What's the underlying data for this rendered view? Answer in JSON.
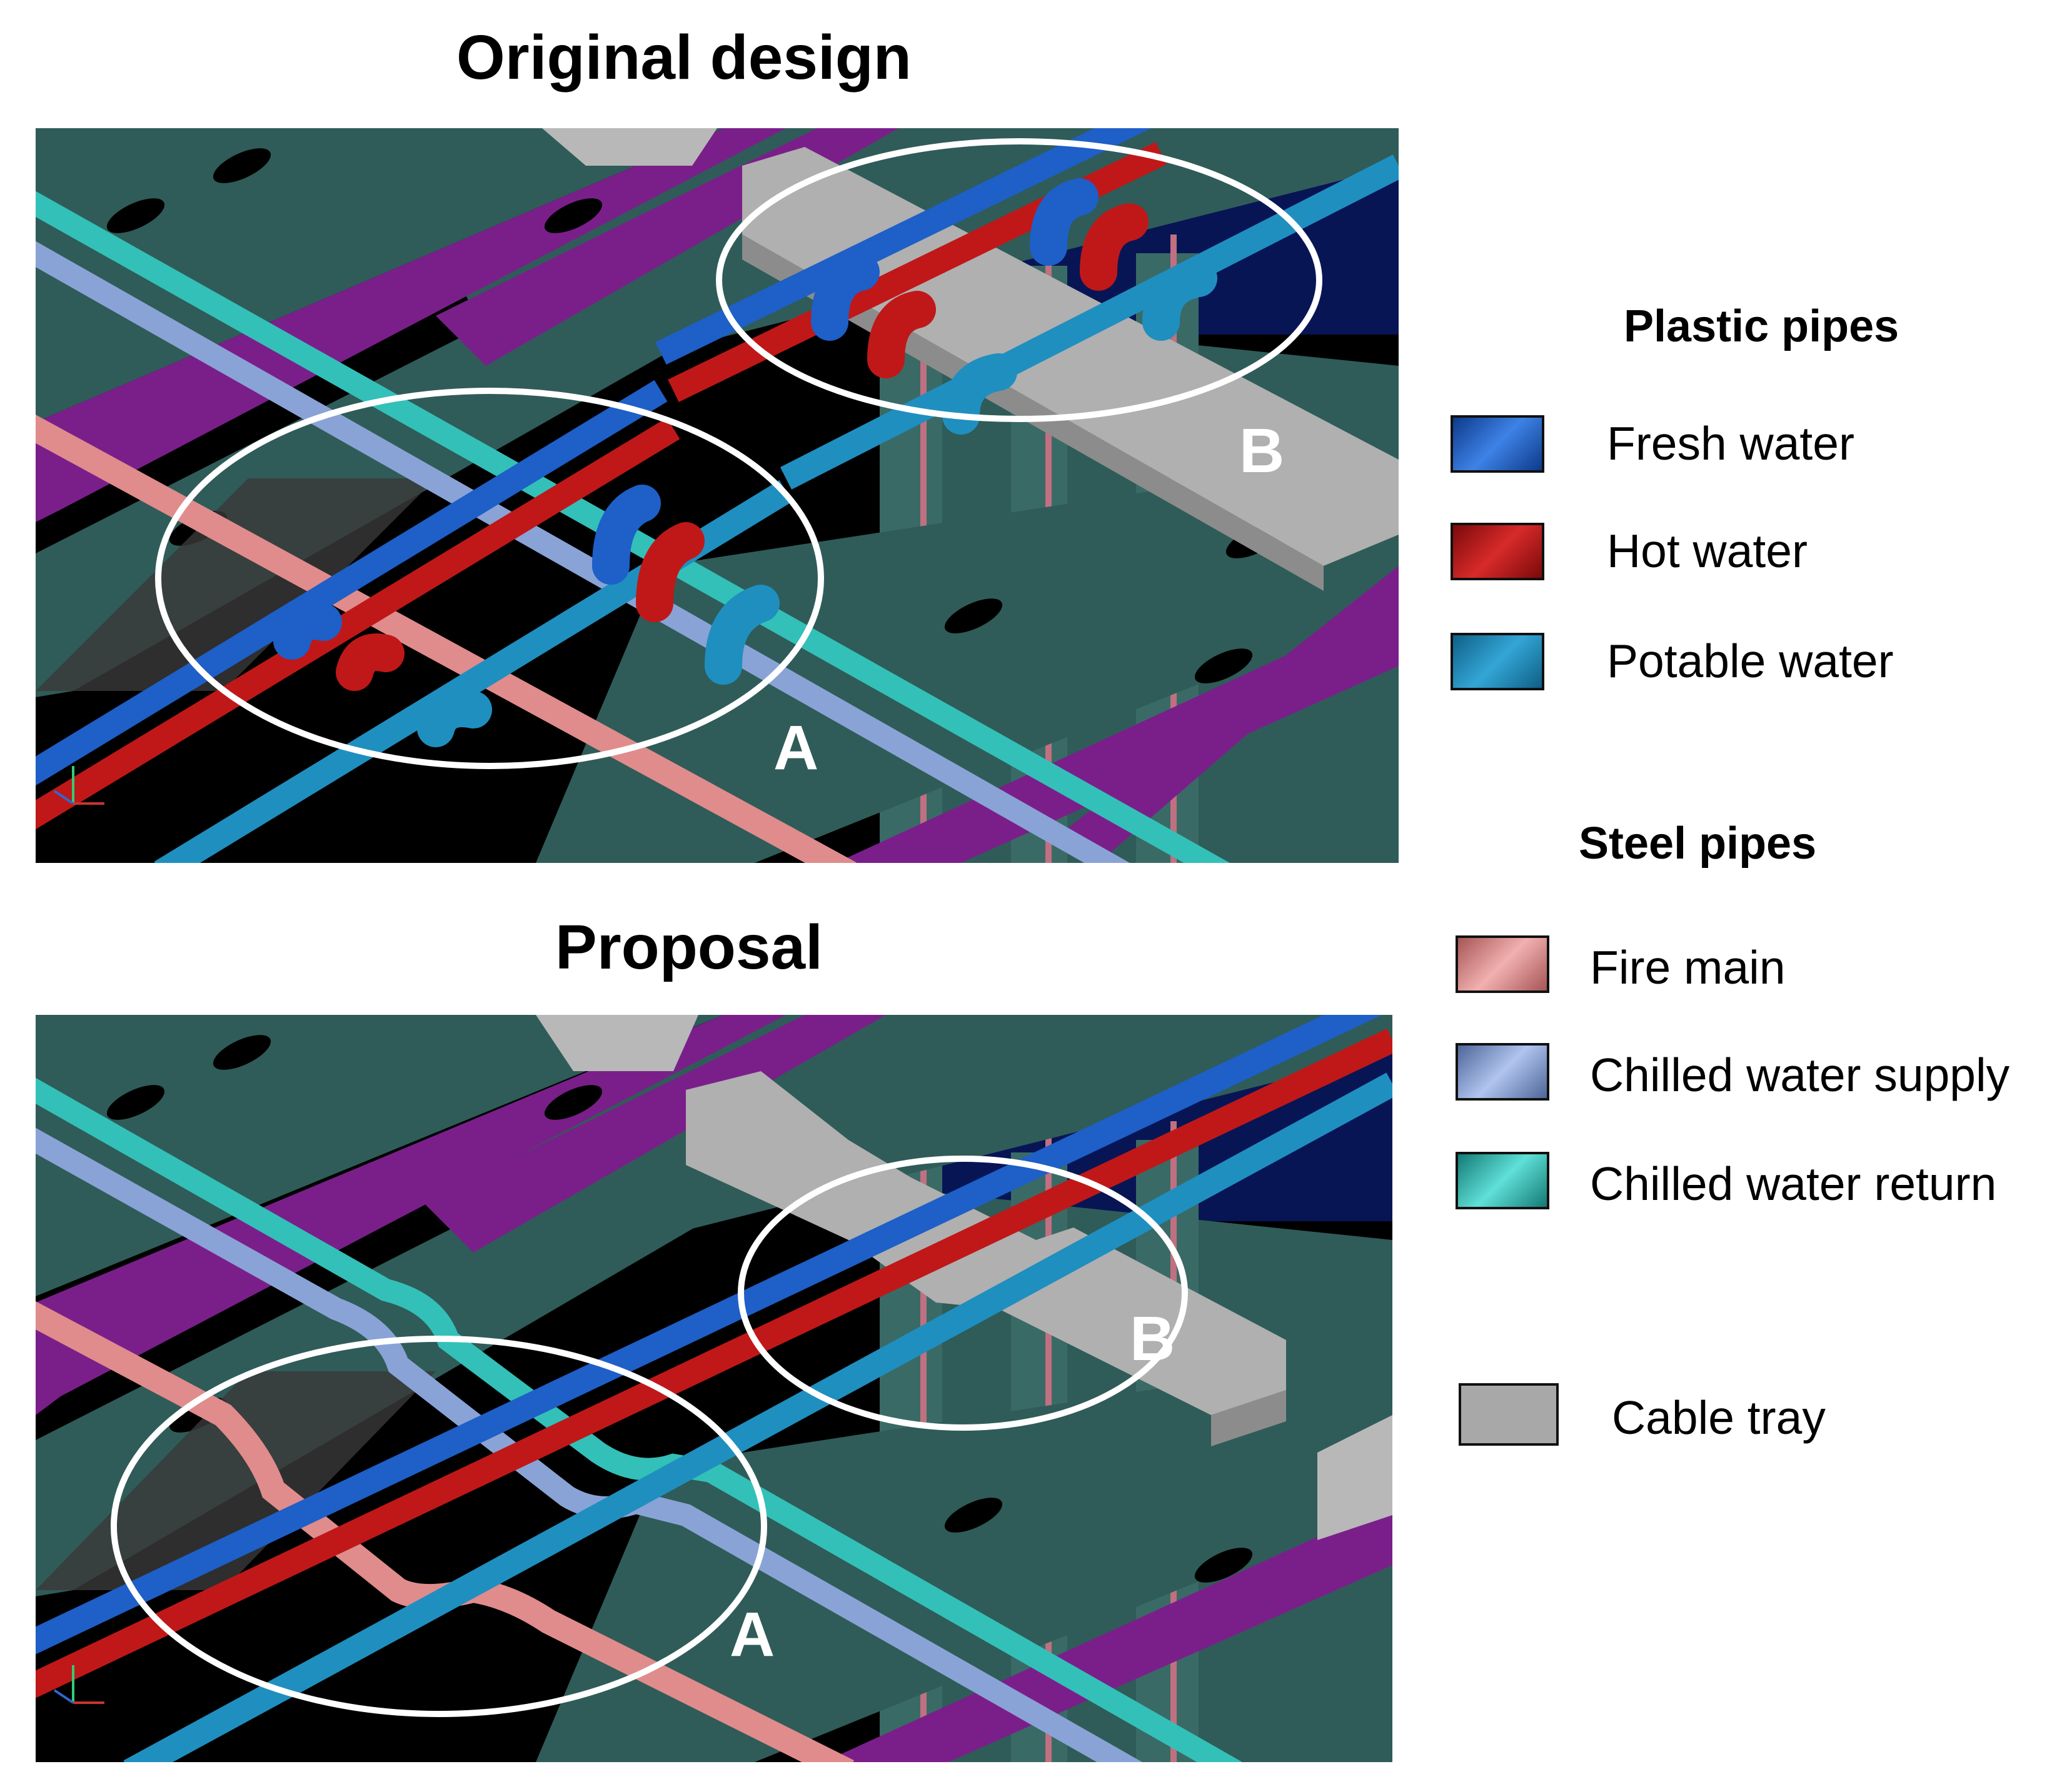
{
  "titles": {
    "original": "Original design",
    "proposal": "Proposal"
  },
  "markers": {
    "a": "A",
    "b": "B"
  },
  "legend": {
    "plastic_heading": "Plastic pipes",
    "plastic": [
      {
        "label": "Fresh water",
        "color": "#1e5fc8"
      },
      {
        "label": "Hot water",
        "color": "#c01818"
      },
      {
        "label": "Potable water",
        "color": "#1f8fc0"
      }
    ],
    "steel_heading": "Steel pipes",
    "steel": [
      {
        "label": "Fire main",
        "color": "#e08c8c"
      },
      {
        "label": "Chilled water supply",
        "color": "#8aa3d6"
      },
      {
        "label": "Chilled water return",
        "color": "#33c0b8"
      }
    ],
    "cable_tray": {
      "label": "Cable tray",
      "color": "#a8a8a8"
    }
  }
}
